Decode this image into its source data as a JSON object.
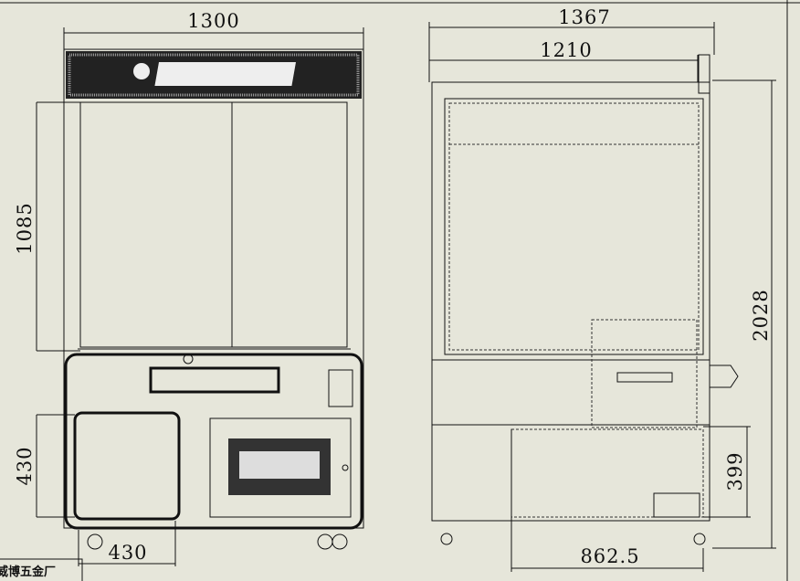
{
  "front_view": {
    "width_dim": "1300",
    "upper_height_dim": "1085",
    "lower_height_dim": "430",
    "door_width_dim": "430"
  },
  "side_view": {
    "overall_depth_dim": "1367",
    "body_depth_dim": "1210",
    "overall_height_dim": "2028",
    "cabinet_height_dim": "399",
    "base_depth_dim": "862.5"
  },
  "title_block": {
    "company": "威博五金厂"
  }
}
